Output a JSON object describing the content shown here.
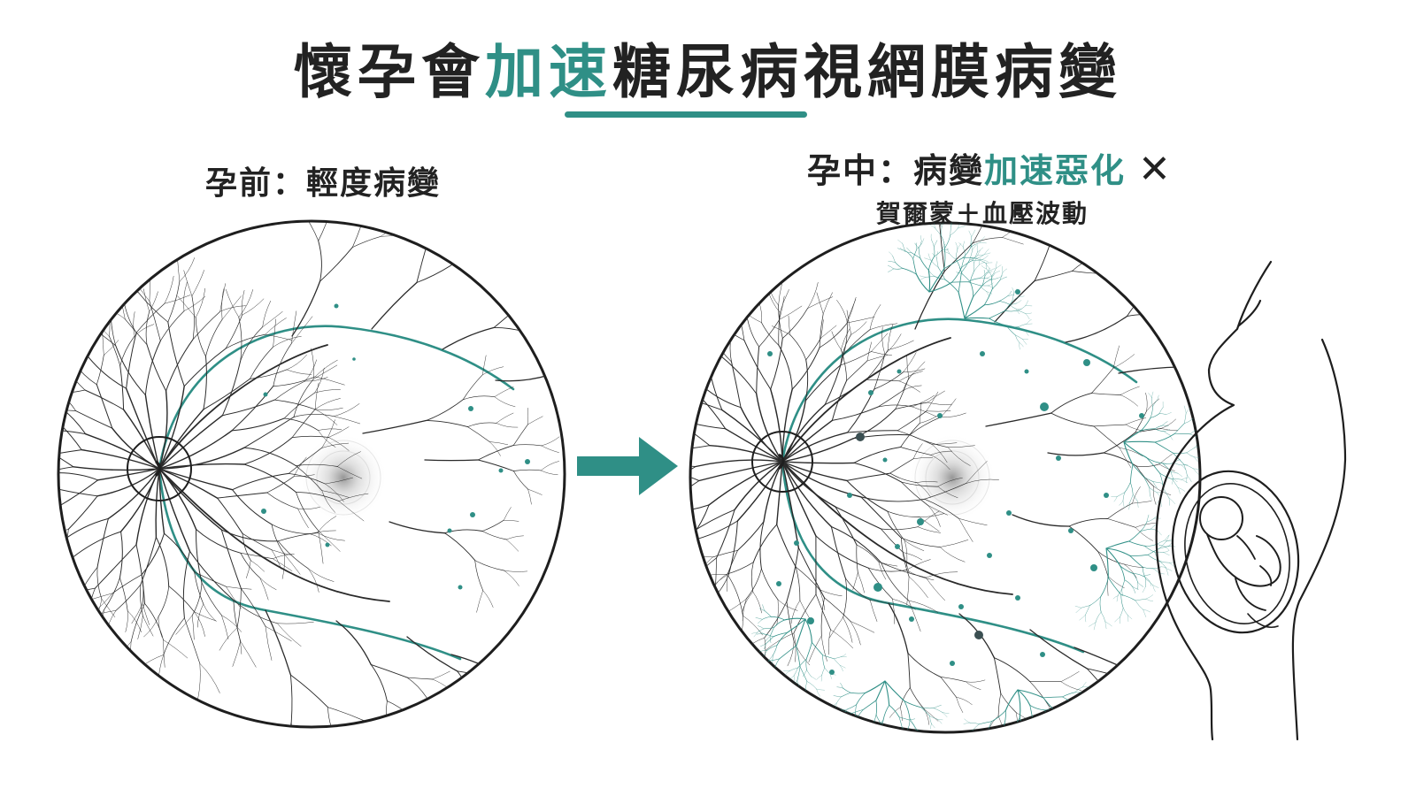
{
  "theme": {
    "accent": "#2f8f86",
    "accent_dark": "#226e67",
    "vessel": "#2a2a2a",
    "lesion": "#2f8f86"
  },
  "title": {
    "part1": "懷孕會",
    "highlight": "加速",
    "part2": "糖尿病視網膜病變"
  },
  "before": {
    "label": "孕前：輕度病變"
  },
  "during": {
    "label_prefix": "孕中：病變",
    "label_highlight": "加速惡化",
    "mark": "✕",
    "sublabel": "賀爾蒙＋血壓波動"
  },
  "icons": {
    "retina_before": "retina-fundus-mild-icon",
    "retina_during": "retina-fundus-worsened-icon",
    "arrow": "right-arrow-icon",
    "pregnant": "pregnant-woman-fetus-icon"
  }
}
